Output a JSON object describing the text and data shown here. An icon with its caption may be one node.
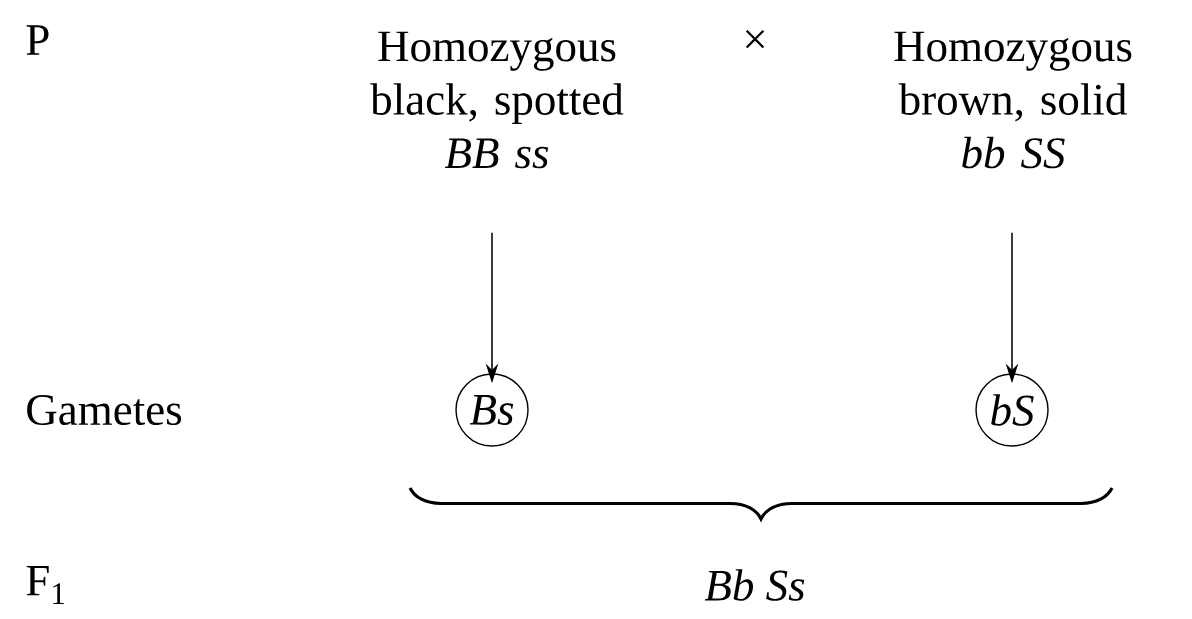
{
  "diagram": {
    "nodes": [
      {
        "text": [
          "Homozygous black, spotted",
          "BB ss"
        ]
      },
      {
        "text": [
          "Homozygous brown, solid",
          "bb SS"
        ]
      },
      {
        "text": [
          "Bs"
        ]
      },
      {
        "text": [
          "bS"
        ]
      }
    ],
    "edges": [
      {
        "from": 0,
        "to": 2,
        "arrow": "to"
      },
      {
        "from": 1,
        "to": 3,
        "arrow": "to"
      }
    ],
    "labels": [
      "P",
      "×",
      "Gametes",
      "F$_{1}$",
      "Bb Ss"
    ]
  }
}
